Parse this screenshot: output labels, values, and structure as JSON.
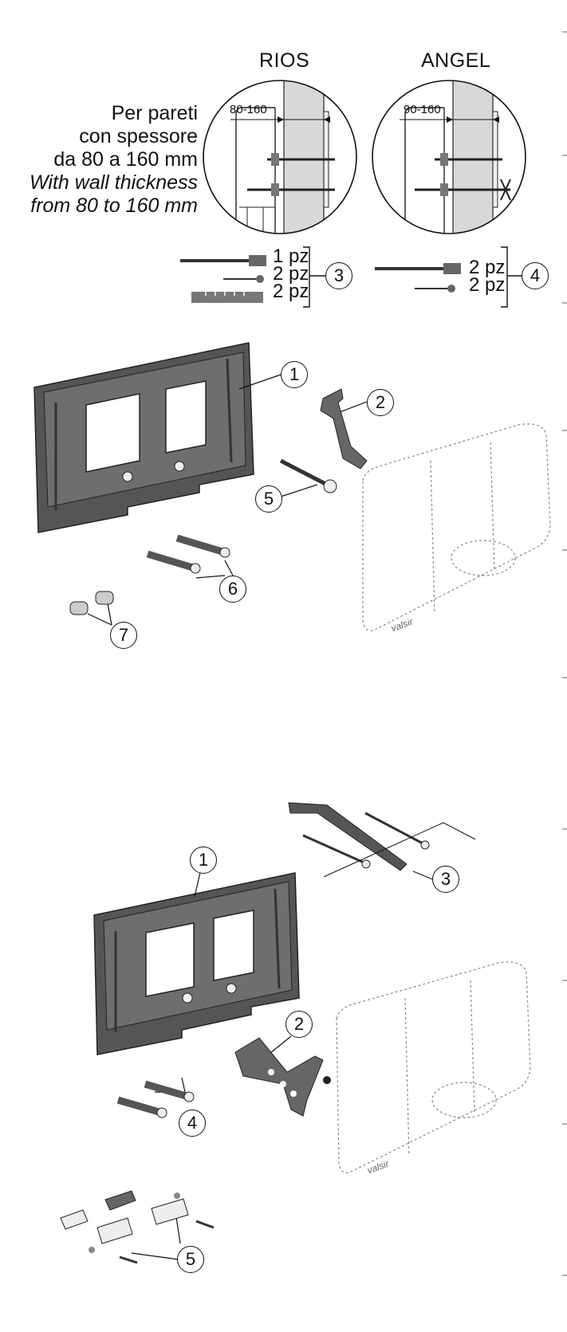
{
  "titles": {
    "rios": "RIOS",
    "angel": "ANGEL"
  },
  "wall_note": {
    "it_line1": "Per pareti",
    "it_line2": "con spessore",
    "it_line3": "da 80 a 160 mm",
    "en_line1": "With wall thickness",
    "en_line2": "from 80 to 160 mm"
  },
  "dimensions": {
    "rios": "80-160",
    "angel": "90-160"
  },
  "kits": {
    "rios": [
      "1 pz",
      "2 pz",
      "2 pz"
    ],
    "angel": [
      "2 pz",
      "2 pz"
    ]
  },
  "callouts_top": [
    "1",
    "2",
    "3",
    "4",
    "5",
    "6",
    "7"
  ],
  "callouts_bottom": [
    "1",
    "2",
    "3",
    "4",
    "5"
  ],
  "brand": "valsir"
}
